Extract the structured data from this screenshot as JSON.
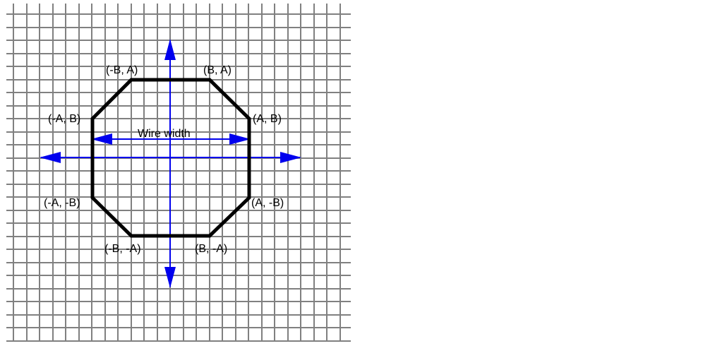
{
  "diagram": {
    "colors": {
      "background": "#ffffff",
      "grid": "#808080",
      "axis": "#0000ee",
      "outline": "#000000"
    },
    "labels": {
      "neg_b_a": "(-B, A)",
      "b_a": "(B, A)",
      "neg_a_b": "(-A, B)",
      "a_b": "(A, B)",
      "neg_a_neg_b": "(-A, -B)",
      "a_neg_b": "(A, -B)",
      "neg_b_neg_a": "(-B, -A)",
      "b_neg_a": "(B, -A)",
      "dimension": "Wire width"
    }
  }
}
